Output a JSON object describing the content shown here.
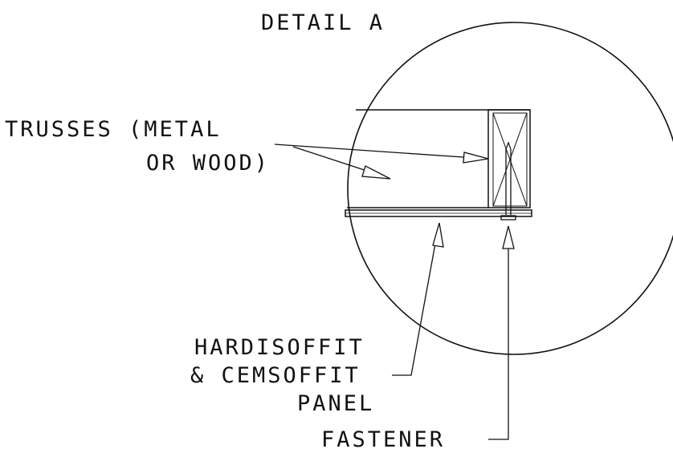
{
  "detail": {
    "title": "DETAIL A"
  },
  "labels": {
    "trusses_line1": "TRUSSES (METAL",
    "trusses_line2": "OR WOOD)",
    "soffit_line1": "HARDISOFFIT",
    "soffit_line2": "& CEMSOFFIT",
    "soffit_line3": "PANEL",
    "fastener": "FASTENER"
  },
  "colors": {
    "ink": "#111111",
    "paper": "#ffffff"
  }
}
